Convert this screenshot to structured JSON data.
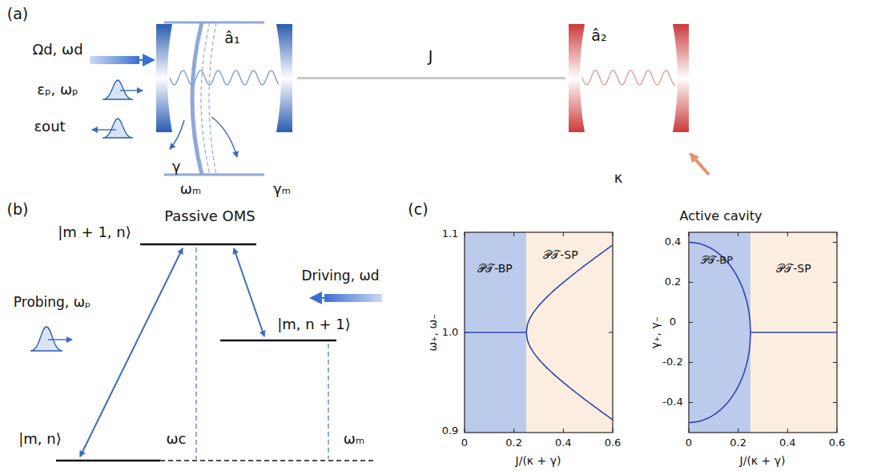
{
  "diagram": {
    "nodes": [
      {
        "text": [
          "â₁"
        ]
      },
      {
        "text": [
          "â₂"
        ]
      },
      {
        "text": [
          "𝒫𝒯-BP"
        ]
      },
      {
        "text": [
          "𝒫𝒯-SP"
        ]
      },
      {
        "text": [
          "𝒫𝒯-BP"
        ]
      },
      {
        "text": [
          "𝒫𝒯-SP"
        ]
      }
    ],
    "edges": [
      {
        "from": 0,
        "to": 1,
        "arrow": "none",
        "label": "J"
      }
    ],
    "labels": [
      "(a)",
      "Ωd, ωd",
      "εₚ, ωₚ",
      "εout",
      "γ",
      "ωₘ",
      "γₘ",
      "κ",
      "(b)",
      "Passive OMS",
      "|m + 1, n⟩",
      "Probing, ωₚ",
      "Driving, ωd",
      "|m, n + 1⟩",
      "|m, n⟩",
      "ωc",
      "ωₘ",
      "(c)",
      "Active cavity",
      "1.1",
      "1.0",
      "0.9",
      "0",
      "0.2",
      "0.4",
      "0.6",
      "J/(κ + γ)",
      "ω₊, ω₋",
      "0.4",
      "0.2",
      "0",
      "-0.2",
      "-0.4",
      "0",
      "0.2",
      "0.4",
      "0.6",
      "J/(κ + γ)",
      "γ₊, γ₋"
    ]
  }
}
